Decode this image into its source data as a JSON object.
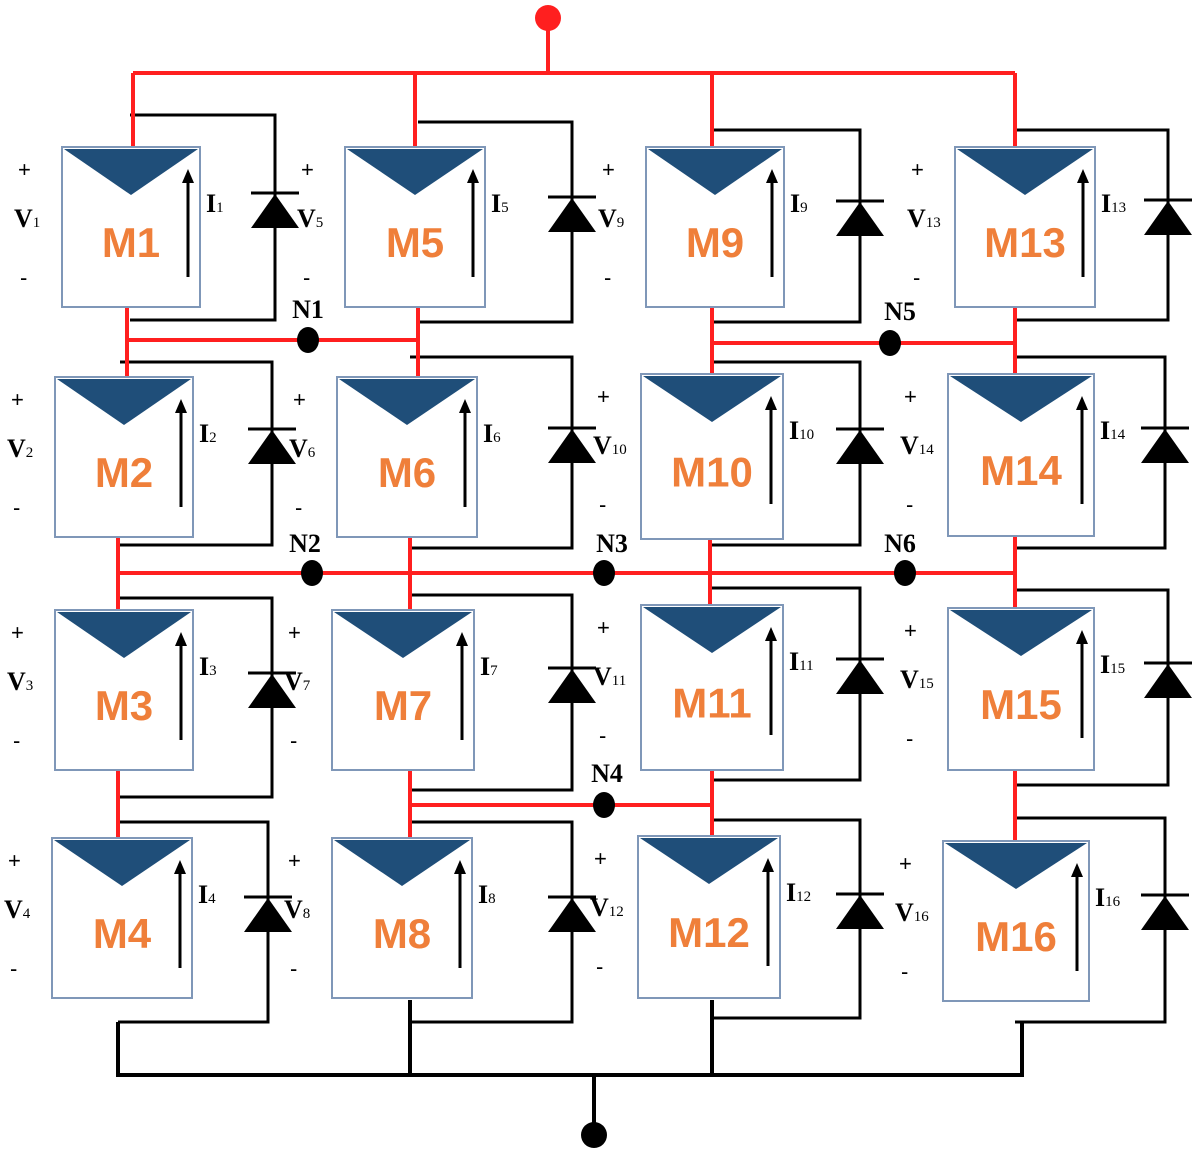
{
  "colors": {
    "tie": "#ff1f1f",
    "wire": "#000000",
    "panel_fill": "#ffffff",
    "panel_border": "#7f97b8",
    "panel_cell": "#1f4e79",
    "label": "#ef7f3a"
  },
  "modules": [
    {
      "id": "M1",
      "label": "M1",
      "v": "1",
      "i": "1"
    },
    {
      "id": "M2",
      "label": "M2",
      "v": "2",
      "i": "2"
    },
    {
      "id": "M3",
      "label": "M3",
      "v": "3",
      "i": "3"
    },
    {
      "id": "M4",
      "label": "M4",
      "v": "4",
      "i": "4"
    },
    {
      "id": "M5",
      "label": "M5",
      "v": "5",
      "i": "5"
    },
    {
      "id": "M6",
      "label": "M6",
      "v": "6",
      "i": "6"
    },
    {
      "id": "M7",
      "label": "M7",
      "v": "7",
      "i": "7"
    },
    {
      "id": "M8",
      "label": "M8",
      "v": "8",
      "i": "8"
    },
    {
      "id": "M9",
      "label": "M9",
      "v": "9",
      "i": "9"
    },
    {
      "id": "M10",
      "label": "M10",
      "v": "10",
      "i": "10"
    },
    {
      "id": "M11",
      "label": "M11",
      "v": "11",
      "i": "11"
    },
    {
      "id": "M12",
      "label": "M12",
      "v": "12",
      "i": "12"
    },
    {
      "id": "M13",
      "label": "M13",
      "v": "13",
      "i": "13"
    },
    {
      "id": "M14",
      "label": "M14",
      "v": "14",
      "i": "14"
    },
    {
      "id": "M15",
      "label": "M15",
      "v": "15",
      "i": "15"
    },
    {
      "id": "M16",
      "label": "M16",
      "v": "16",
      "i": "16"
    }
  ],
  "symbols": {
    "voltage": "V",
    "current": "I",
    "plus": "+",
    "minus": "-"
  },
  "nodes": [
    "N1",
    "N2",
    "N3",
    "N4",
    "N5",
    "N6"
  ]
}
